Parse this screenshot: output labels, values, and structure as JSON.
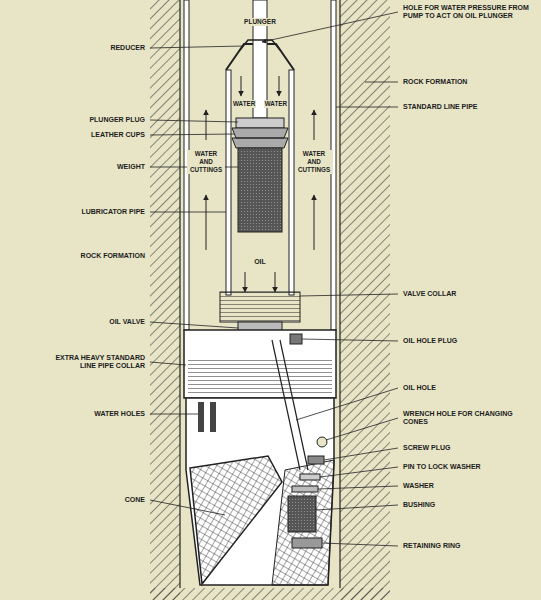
{
  "diagram": {
    "labels": [
      "HOLE FOR WATER PRESSURE FROM PUMP TO ACT ON OIL PLUNGER",
      "PLUNGER",
      "REDUCER",
      "WATER",
      "WATER",
      "ROCK FORMATION",
      "PLUNGER PLUG",
      "STANDARD LINE PIPE",
      "LEATHER CUPS",
      "WEIGHT",
      "WATER AND CUTTINGS",
      "WATER AND CUTTINGS",
      "LUBRICATOR PIPE",
      "OIL",
      "ROCK FORMATION",
      "VALVE COLLAR",
      "OIL VALVE",
      "OIL HOLE PLUG",
      "EXTRA HEAVY STANDARD LINE PIPE COLLAR",
      "OIL HOLE",
      "WATER HOLES",
      "WRENCH HOLE FOR CHANGING CONES",
      "SCREW PLUG",
      "PIN TO LOCK WASHER",
      "WASHER",
      "BUSHING",
      "CONE",
      "RETAINING RING"
    ]
  }
}
